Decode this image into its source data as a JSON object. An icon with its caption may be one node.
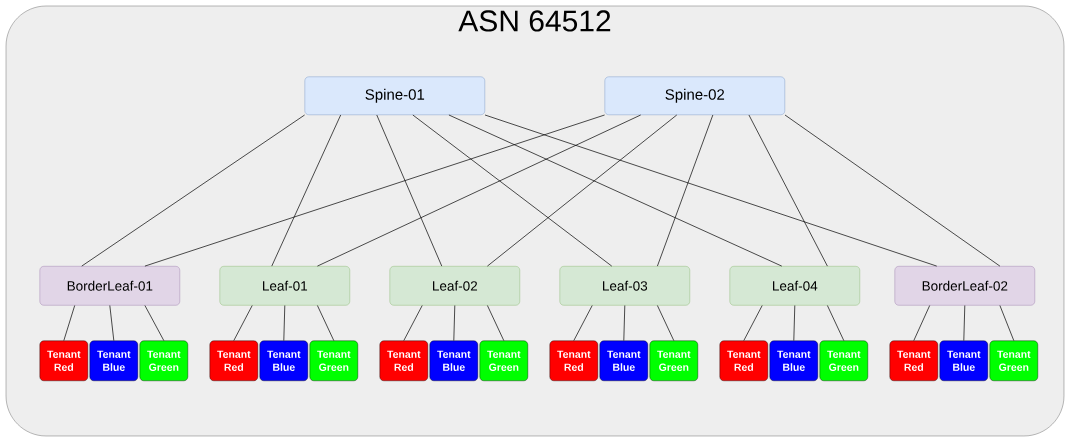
{
  "diagram": {
    "nodes": [
      {
        "text": [
          "ASN 64512"
        ]
      },
      {
        "text": [
          "Spine-01"
        ],
        "in": 0
      },
      {
        "text": [
          "Spine-02"
        ],
        "in": 0
      },
      {
        "text": [
          "BorderLeaf-01"
        ],
        "in": 0
      },
      {
        "text": [
          "Leaf-01"
        ],
        "in": 0
      },
      {
        "text": [
          "Leaf-02"
        ],
        "in": 0
      },
      {
        "text": [
          "Leaf-03"
        ],
        "in": 0
      },
      {
        "text": [
          "Leaf-04"
        ],
        "in": 0
      },
      {
        "text": [
          "BorderLeaf-02"
        ],
        "in": 0
      },
      {
        "text": [
          "Tenant Red"
        ],
        "in": 0
      },
      {
        "text": [
          "Tenant Blue"
        ],
        "in": 0
      },
      {
        "text": [
          "Tenant Green"
        ],
        "in": 0
      },
      {
        "text": [
          "Tenant Red"
        ],
        "in": 0
      },
      {
        "text": [
          "Tenant Blue"
        ],
        "in": 0
      },
      {
        "text": [
          "Tenant Green"
        ],
        "in": 0
      },
      {
        "text": [
          "Tenant Red"
        ],
        "in": 0
      },
      {
        "text": [
          "Tenant Blue"
        ],
        "in": 0
      },
      {
        "text": [
          "Tenant Green"
        ],
        "in": 0
      },
      {
        "text": [
          "Tenant Red"
        ],
        "in": 0
      },
      {
        "text": [
          "Tenant Blue"
        ],
        "in": 0
      },
      {
        "text": [
          "Tenant Green"
        ],
        "in": 0
      },
      {
        "text": [
          "Tenant Red"
        ],
        "in": 0
      },
      {
        "text": [
          "Tenant Blue"
        ],
        "in": 0
      },
      {
        "text": [
          "Tenant Green"
        ],
        "in": 0
      },
      {
        "text": [
          "Tenant Red"
        ],
        "in": 0
      },
      {
        "text": [
          "Tenant Blue"
        ],
        "in": 0
      },
      {
        "text": [
          "Tenant Green"
        ],
        "in": 0
      }
    ],
    "edges": [
      {
        "from": 1,
        "to": 3,
        "arrow": "none"
      },
      {
        "from": 1,
        "to": 4,
        "arrow": "none"
      },
      {
        "from": 1,
        "to": 5,
        "arrow": "none"
      },
      {
        "from": 1,
        "to": 6,
        "arrow": "none"
      },
      {
        "from": 1,
        "to": 7,
        "arrow": "none"
      },
      {
        "from": 1,
        "to": 8,
        "arrow": "none"
      },
      {
        "from": 2,
        "to": 3,
        "arrow": "none"
      },
      {
        "from": 2,
        "to": 4,
        "arrow": "none"
      },
      {
        "from": 2,
        "to": 5,
        "arrow": "none"
      },
      {
        "from": 2,
        "to": 6,
        "arrow": "none"
      },
      {
        "from": 2,
        "to": 7,
        "arrow": "none"
      },
      {
        "from": 2,
        "to": 8,
        "arrow": "none"
      },
      {
        "from": 3,
        "to": 9,
        "arrow": "none"
      },
      {
        "from": 3,
        "to": 10,
        "arrow": "none"
      },
      {
        "from": 3,
        "to": 11,
        "arrow": "none"
      },
      {
        "from": 4,
        "to": 12,
        "arrow": "none"
      },
      {
        "from": 4,
        "to": 13,
        "arrow": "none"
      },
      {
        "from": 4,
        "to": 14,
        "arrow": "none"
      },
      {
        "from": 5,
        "to": 15,
        "arrow": "none"
      },
      {
        "from": 5,
        "to": 16,
        "arrow": "none"
      },
      {
        "from": 5,
        "to": 17,
        "arrow": "none"
      },
      {
        "from": 6,
        "to": 18,
        "arrow": "none"
      },
      {
        "from": 6,
        "to": 19,
        "arrow": "none"
      },
      {
        "from": 6,
        "to": 20,
        "arrow": "none"
      },
      {
        "from": 7,
        "to": 21,
        "arrow": "none"
      },
      {
        "from": 7,
        "to": 22,
        "arrow": "none"
      },
      {
        "from": 7,
        "to": 23,
        "arrow": "none"
      },
      {
        "from": 8,
        "to": 24,
        "arrow": "none"
      },
      {
        "from": 8,
        "to": 25,
        "arrow": "none"
      },
      {
        "from": 8,
        "to": 26,
        "arrow": "none"
      }
    ]
  }
}
